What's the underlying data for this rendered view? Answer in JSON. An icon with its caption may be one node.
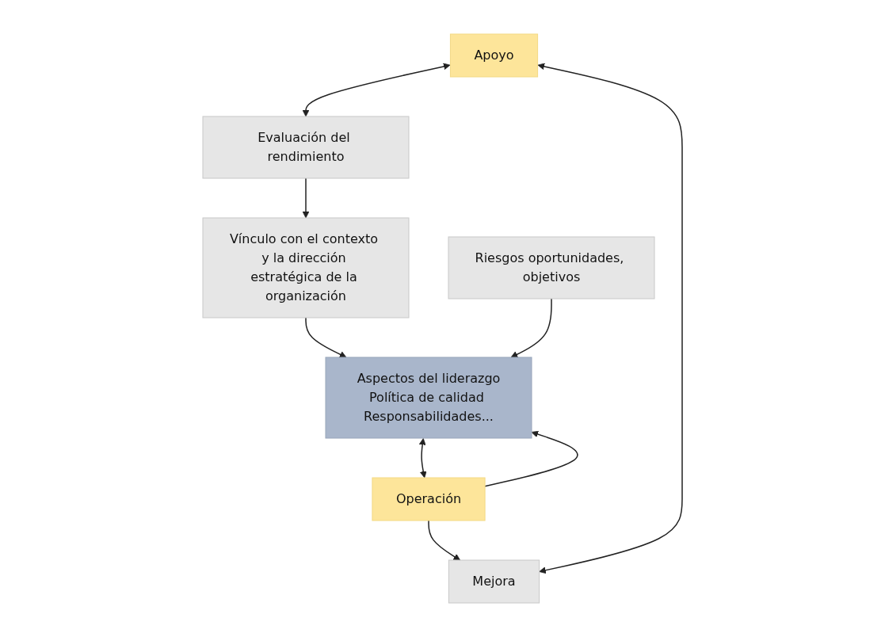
{
  "diagram": {
    "nodes": [
      {
        "text": [
          "Vínculo con el contexto y la dirección estratégica de la organización"
        ]
      },
      {
        "text": [
          "Aspectos del liderazgo",
          "Política de calidad Responsabilidades..."
        ]
      },
      {
        "text": [
          "Riesgos oportunidades, objetivos"
        ]
      },
      {
        "text": [
          "Operación"
        ]
      },
      {
        "text": [
          "Apoyo"
        ]
      },
      {
        "text": [
          "Evaluación del rendimiento"
        ]
      },
      {
        "text": [
          "Mejora"
        ]
      }
    ],
    "edges": [
      {
        "from": 0,
        "to": 1,
        "arrow": "to"
      },
      {
        "from": 2,
        "to": 1,
        "arrow": "to"
      },
      {
        "from": 3,
        "to": 1,
        "arrow": "to"
      },
      {
        "from": 1,
        "to": 3,
        "arrow": "both"
      },
      {
        "from": 3,
        "to": 6,
        "arrow": "to"
      },
      {
        "from": 4,
        "to": 5,
        "arrow": "both"
      },
      {
        "from": 4,
        "to": 6,
        "arrow": "both"
      },
      {
        "from": 5,
        "to": 0,
        "arrow": "to"
      }
    ]
  }
}
